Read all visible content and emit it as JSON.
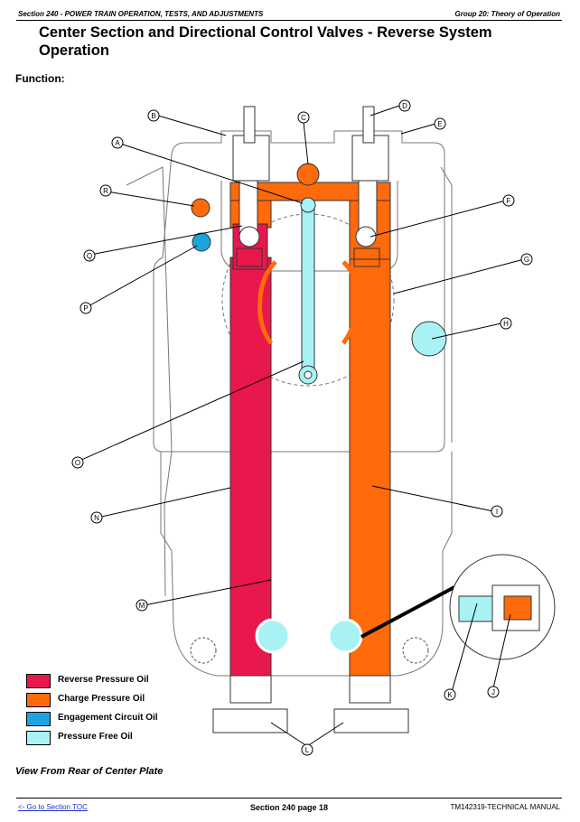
{
  "header": {
    "left": "Section 240 - POWER TRAIN OPERATION, TESTS, AND ADJUSTMENTS",
    "right": "Group 20: Theory of Operation"
  },
  "title_line1": "Center Section and Directional Control Valves - Reverse System",
  "title_line2": "Operation",
  "function_label": "Function:",
  "colors": {
    "reverse": "#e8174c",
    "charge": "#ff6a0a",
    "engagement": "#1da3e0",
    "free": "#a8f2f4"
  },
  "legend": [
    {
      "label": "Reverse Pressure Oil",
      "color": "#e8174c"
    },
    {
      "label": "Charge Pressure Oil",
      "color": "#ff6a0a"
    },
    {
      "label": "Engagement Circuit Oil",
      "color": "#1da3e0"
    },
    {
      "label": "Pressure Free Oil",
      "color": "#a8f2f4"
    }
  ],
  "callouts": {
    "A": "A",
    "B": "B",
    "C": "C",
    "D": "D",
    "E": "E",
    "F": "F",
    "G": "G",
    "H": "H",
    "I": "I",
    "J": "J",
    "K": "K",
    "L": "L",
    "M": "M",
    "N": "N",
    "O": "O",
    "P": "P",
    "Q": "Q",
    "R": "R"
  },
  "caption": "View From Rear of Center Plate",
  "footer": {
    "toc_link": "<- Go to Section TOC",
    "page": "Section 240 page 18",
    "manual": "TM142319-TECHNICAL MANUAL"
  }
}
